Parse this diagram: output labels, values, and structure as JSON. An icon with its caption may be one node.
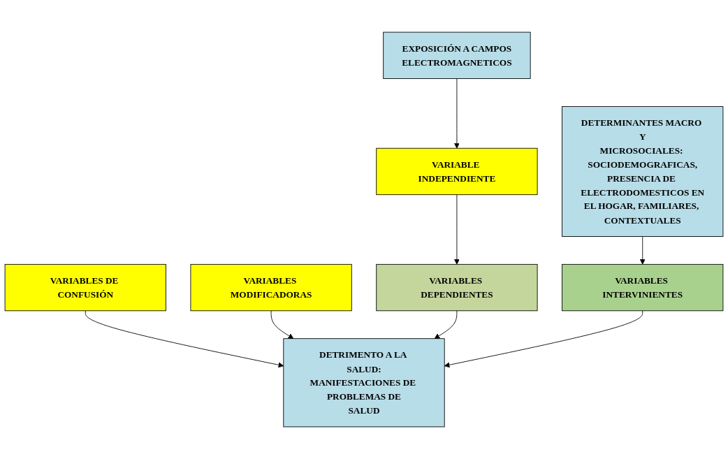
{
  "diagram": {
    "nodes": [
      {
        "text": [
          "VARIABLES DE CONFUSIÓN"
        ]
      },
      {
        "text": [
          "VARIABLES MODIFICADORAS"
        ]
      },
      {
        "text": [
          "VARIABLES DEPENDIENTES"
        ]
      },
      {
        "text": [
          "DETRIMENTO A LA SALUD: MANIFESTACIONES DE PROBLEMAS DE SALUD"
        ]
      },
      {
        "text": [
          "VARIABLE INDEPENDIENTE"
        ]
      },
      {
        "text": [
          "VARIABLES INTERVINIENTES"
        ]
      },
      {
        "text": [
          "EXPOSICIÓN A CAMPOS ELECTROMAGNETICOS"
        ]
      },
      {
        "text": [
          "DETERMINANTES MACRO Y MICROSOCIALES: SOCIODEMOGRAFICAS, PRESENCIA DE ELECTRODOMESTICOS EN EL HOGAR, FAMILIARES, CONTEXTUALES"
        ]
      }
    ],
    "edges": [
      {
        "from": 0,
        "to": 3,
        "arrow": "to"
      },
      {
        "from": 1,
        "to": 3,
        "arrow": "to"
      },
      {
        "from": 2,
        "to": 3,
        "arrow": "to"
      },
      {
        "from": 4,
        "to": 2,
        "arrow": "to"
      },
      {
        "from": 6,
        "to": 4,
        "arrow": "to"
      },
      {
        "from": 5,
        "to": 3,
        "arrow": "to"
      },
      {
        "from": 7,
        "to": 5,
        "arrow": "to"
      }
    ]
  }
}
